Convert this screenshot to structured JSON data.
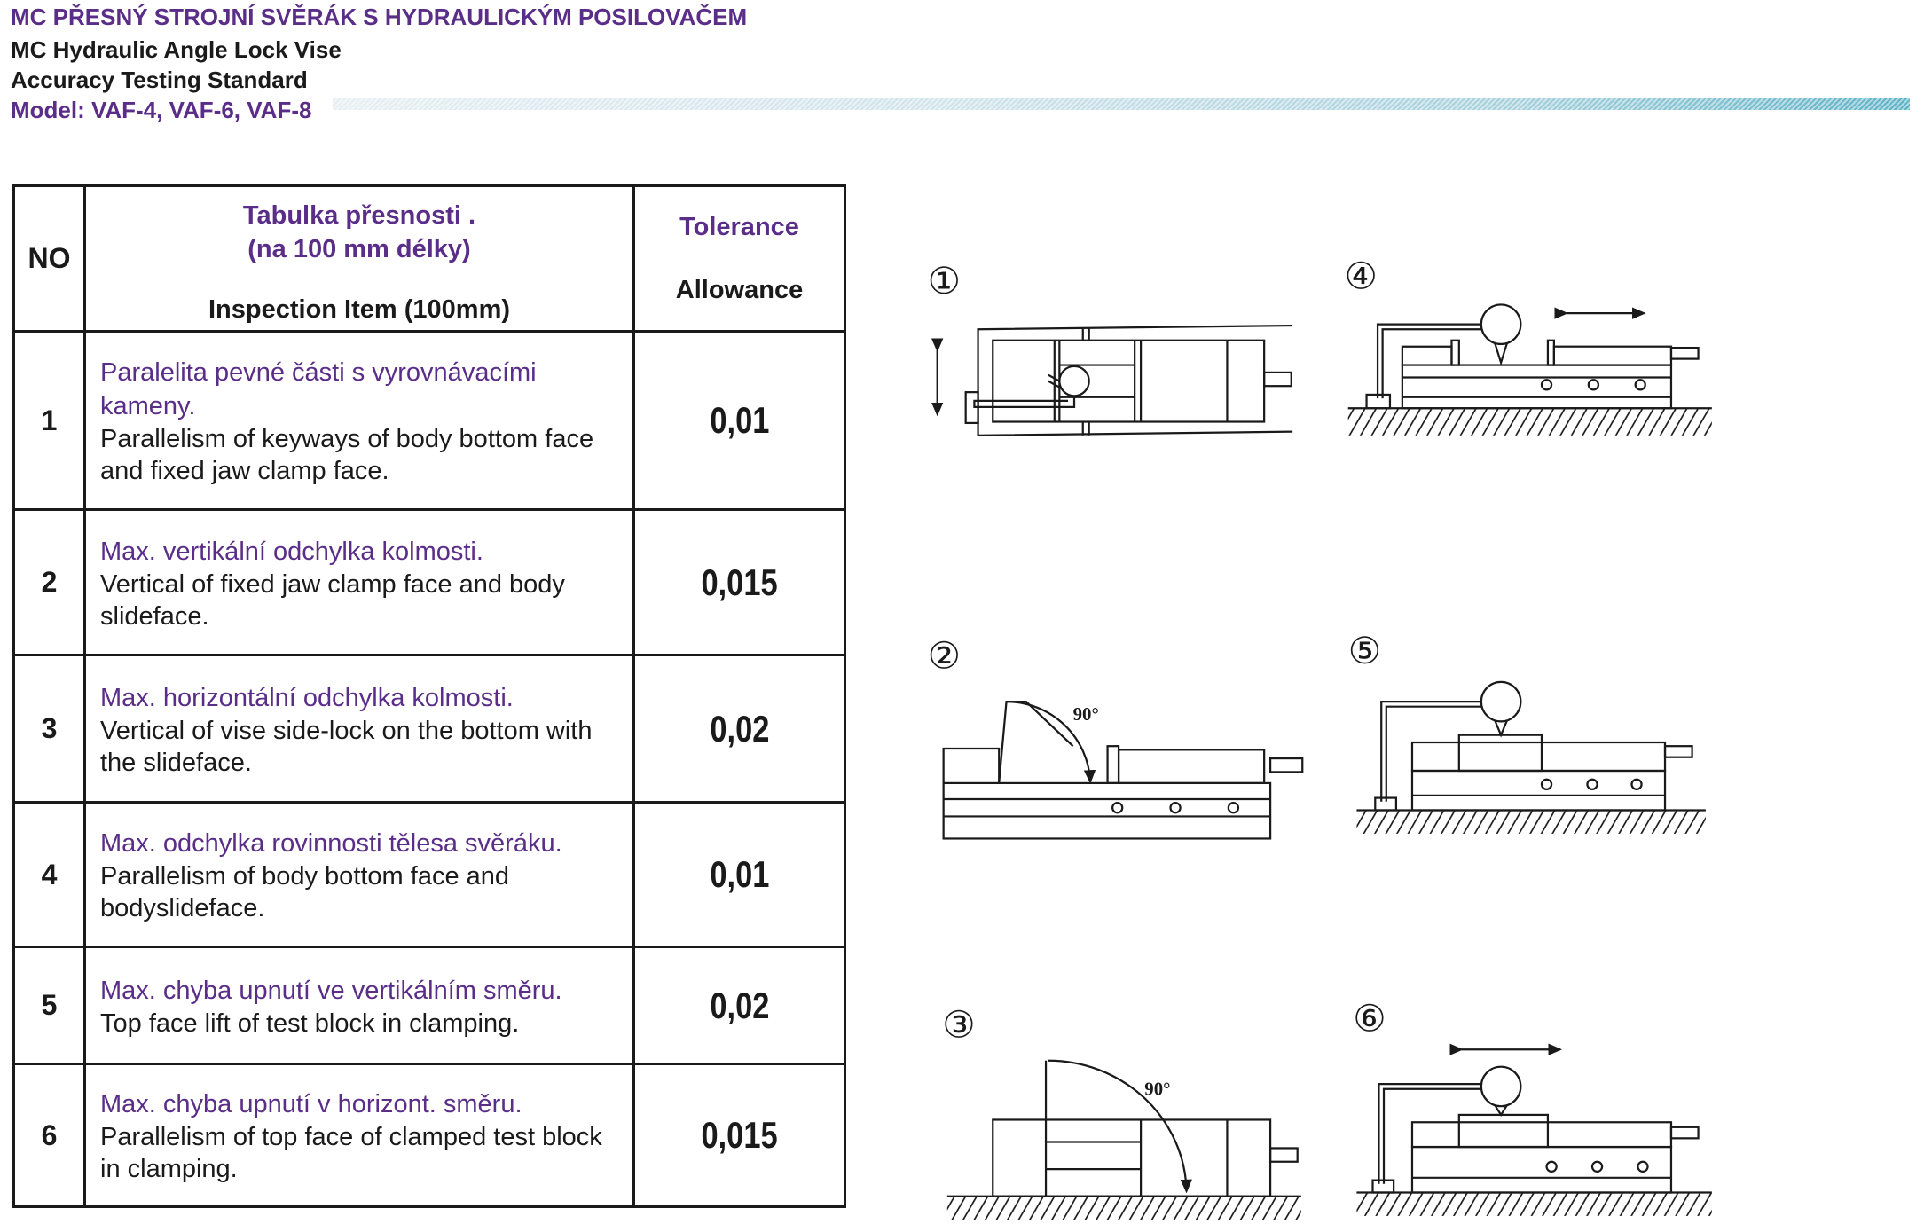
{
  "header": {
    "title_cz": "MC PŘESNÝ STROJNÍ SVĚRÁK S HYDRAULICKÝM POSILOVAČEM",
    "title_en": "MC Hydraulic Angle Lock Vise",
    "subtitle": "Accuracy Testing Standard",
    "model": "Model: VAF-4, VAF-6, VAF-8"
  },
  "table": {
    "headers": {
      "no": "NO",
      "item_cz_1": "Tabulka přesnosti .",
      "item_cz_2": "(na 100 mm délky)",
      "item_en": "Inspection Item (100mm)",
      "tolerance": "Tolerance",
      "allowance": "Allowance"
    },
    "rows": [
      {
        "no": "1",
        "cz": "Paralelita pevné části s vyrovnávacími kameny.",
        "en": "Parallelism of keyways of body bottom face and fixed jaw clamp face.",
        "value": "0,01"
      },
      {
        "no": "2",
        "cz": "Max. vertikální odchylka kolmosti.",
        "en": "Vertical of fixed jaw clamp face and body slideface.",
        "value": "0,015"
      },
      {
        "no": "3",
        "cz": "Max. horizontální odchylka kolmosti.",
        "en": "Vertical of vise side-lock on the bottom with the slideface.",
        "value": "0,02"
      },
      {
        "no": "4",
        "cz": "Max. odchylka rovinnosti tělesa svěráku.",
        "en": "Parallelism of body bottom face and bodyslideface.",
        "value": "0,01"
      },
      {
        "no": "5",
        "cz": "Max. chyba upnutí ve vertikálním směru.",
        "en": "Top face lift of test block in clamping.",
        "value": "0,02"
      },
      {
        "no": "6",
        "cz": "Max. chyba upnutí v horizont. směru.",
        "en": "Parallelism of top face of clamped test block in clamping.",
        "value": "0,015"
      }
    ]
  },
  "diagrams": {
    "labels": [
      "①",
      "②",
      "③",
      "④",
      "⑤",
      "⑥"
    ],
    "angle_label": "90°"
  },
  "colors": {
    "accent": "#5a2d88",
    "bar": "#5eb2c6"
  }
}
